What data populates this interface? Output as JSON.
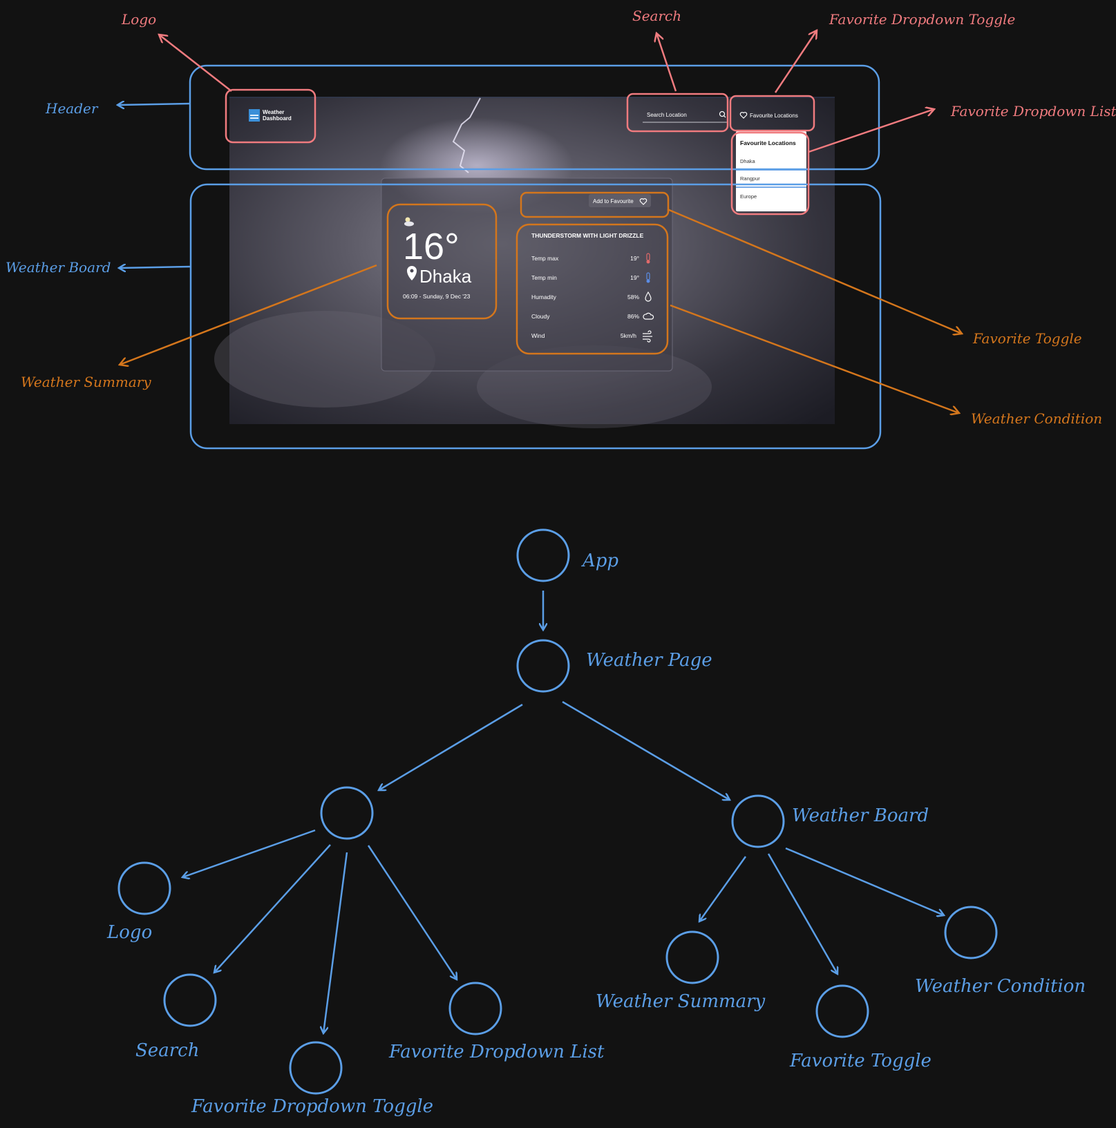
{
  "annotations": {
    "logo": "Logo",
    "search": "Search",
    "fav_toggle": "Favorite Dropdown Toggle",
    "header": "Header",
    "fav_list": "Favorite Dropdown List",
    "weather_board": "Weather Board",
    "favorite_toggle": "Favorite Toggle",
    "weather_summary": "Weather Summary",
    "weather_condition": "Weather Condition"
  },
  "screenshot": {
    "logo_line1": "Weather",
    "logo_line2": "Dashboard",
    "search_placeholder": "Search Location",
    "favourites_button": "Favourite Locations",
    "dropdown": {
      "title": "Favourite Locations",
      "items": [
        "Dhaka",
        "Rangpur",
        "Europe"
      ]
    },
    "add_favourite": "Add to Favourite",
    "temperature": "16°",
    "city": "Dhaka",
    "datetime": "06:09 - Sunday, 9 Dec '23",
    "condition_title": "THUNDERSTORM WITH LIGHT DRIZZLE",
    "conditions": [
      {
        "label": "Temp max",
        "value": "19°",
        "icon": "thermometer-hot-icon"
      },
      {
        "label": "Temp min",
        "value": "19°",
        "icon": "thermometer-cold-icon"
      },
      {
        "label": "Humadity",
        "value": "58%",
        "icon": "droplet-icon"
      },
      {
        "label": "Cloudy",
        "value": "86%",
        "icon": "cloud-icon"
      },
      {
        "label": "Wind",
        "value": "5km/h",
        "icon": "wind-icon"
      }
    ]
  },
  "tree": {
    "app": "App",
    "weather_page": "Weather Page",
    "weather_board": "Weather Board",
    "logo": "Logo",
    "search": "Search",
    "fav_toggle": "Favorite Dropdown Toggle",
    "fav_list": "Favorite Dropdown List",
    "weather_summary": "Weather Summary",
    "favorite_toggle": "Favorite Toggle",
    "weather_condition": "Weather Condition"
  },
  "colors": {
    "background": "#121212",
    "blue": "#5b9ee6",
    "red": "#f07b7f",
    "orange": "#d4761c"
  }
}
